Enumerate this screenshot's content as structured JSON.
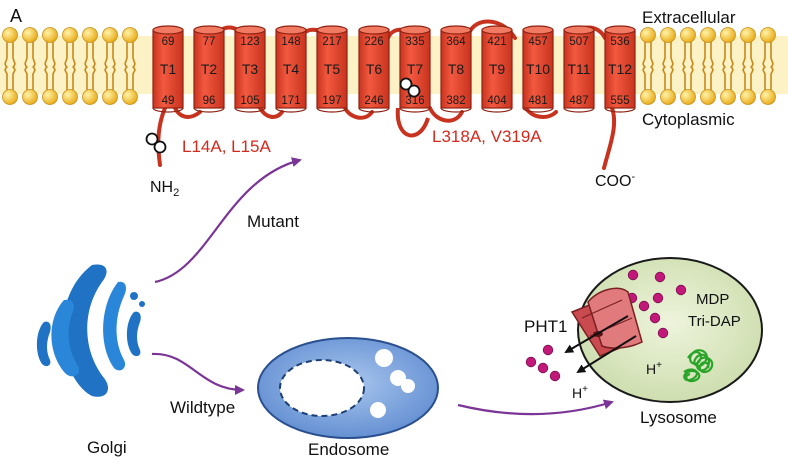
{
  "panel_label": "A",
  "membrane": {
    "extracellular_label": "Extracellular",
    "cytoplasmic_label": "Cytoplasmic"
  },
  "helices": [
    {
      "name": "T1",
      "top": "69",
      "bottom": "49"
    },
    {
      "name": "T2",
      "top": "77",
      "bottom": "96"
    },
    {
      "name": "T3",
      "top": "123",
      "bottom": "105"
    },
    {
      "name": "T4",
      "top": "148",
      "bottom": "171"
    },
    {
      "name": "T5",
      "top": "217",
      "bottom": "197"
    },
    {
      "name": "T6",
      "top": "226",
      "bottom": "246"
    },
    {
      "name": "T7",
      "top": "335",
      "bottom": "316"
    },
    {
      "name": "T8",
      "top": "364",
      "bottom": "382"
    },
    {
      "name": "T9",
      "top": "421",
      "bottom": "404"
    },
    {
      "name": "T10",
      "top": "457",
      "bottom": "481"
    },
    {
      "name": "T11",
      "top": "507",
      "bottom": "487"
    },
    {
      "name": "T12",
      "top": "536",
      "bottom": "555"
    }
  ],
  "mutations": {
    "nterm": "L14A, L15A",
    "helix7": "L318A, V319A"
  },
  "termini": {
    "n": "NH",
    "n_sub": "2",
    "c": "COO",
    "c_sup": "-"
  },
  "pathways": {
    "mutant": "Mutant",
    "wildtype": "Wildtype"
  },
  "organelles": {
    "golgi": "Golgi",
    "endosome": "Endosome",
    "lysosome": "Lysosome"
  },
  "lysosome_content": {
    "transporter": "PHT1",
    "ligand_1": "MDP",
    "ligand_2": "Tri-DAP",
    "proton": "H",
    "proton_sup": "+"
  },
  "colors": {
    "helix": "#e8432e",
    "helix_dark": "#b32a18",
    "lipid_head": "#f2c12e",
    "membrane_band": "#fdf2c6",
    "golgi": "#1f72c4",
    "endosome": "#6f9bd6",
    "lysosome": "#dbe7c2",
    "arrow": "#7a3596",
    "dots": "#c2187a",
    "coil": "#2aa52a"
  }
}
